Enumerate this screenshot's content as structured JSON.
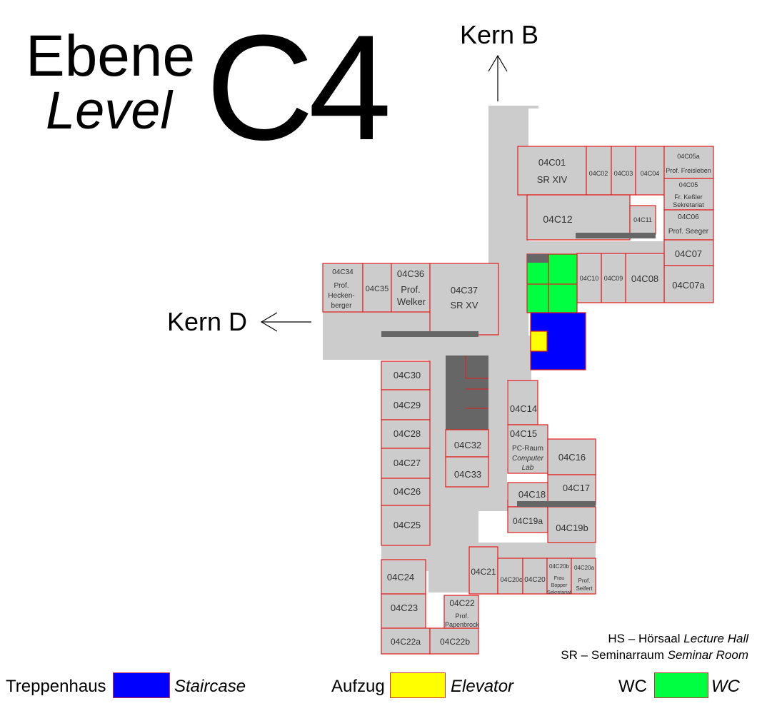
{
  "title": {
    "ebene": "Ebene",
    "level": "Level",
    "code": "C4"
  },
  "directions": {
    "north": "Kern B",
    "west": "Kern D"
  },
  "rooms": {
    "c01": "04C01",
    "c01_sub": "SR XIV",
    "c02": "04C02",
    "c03": "04C03",
    "c04": "04C04",
    "c05a": "04C05a",
    "c05a_sub": "Prof. Freisleben",
    "c05": "04C05",
    "c05_sub1": "Fr. Keßler",
    "c05_sub2": "Sekretariat",
    "c06": "04C06",
    "c06_sub": "Prof. Seeger",
    "c07": "04C07",
    "c07a": "04C07a",
    "c08": "04C08",
    "c09": "04C09",
    "c10": "04C10",
    "c11": "04C11",
    "c12": "04C12",
    "c34": "04C34",
    "c34_sub1": "Prof.",
    "c34_sub2": "Hecken-",
    "c34_sub3": "berger",
    "c35": "04C35",
    "c36": "04C36",
    "c36_sub1": "Prof.",
    "c36_sub2": "Welker",
    "c37": "04C37",
    "c37_sub": "SR XV",
    "c30": "04C30",
    "c29": "04C29",
    "c28": "04C28",
    "c27": "04C27",
    "c26": "04C26",
    "c25": "04C25",
    "c24": "04C24",
    "c23": "04C23",
    "c22a": "04C22a",
    "c22b": "04C22b",
    "c22": "04C22",
    "c22_sub1": "Prof.",
    "c22_sub2": "Papenbrock",
    "c32": "04C32",
    "c33": "04C33",
    "c14": "04C14",
    "c15": "04C15",
    "c15_sub1": "PC-Raum",
    "c15_sub2": "Computer",
    "c15_sub3": "Lab",
    "c16": "04C16",
    "c17": "04C17",
    "c18": "04C18",
    "c19a": "04C19a",
    "c19b": "04C19b",
    "c21": "04C21",
    "c20c": "04C20c",
    "c20": "04C20",
    "c20b": "04C20b",
    "c20b_sub1": "Frau",
    "c20b_sub2": "Bopper",
    "c20b_sub3": "Sekretariat",
    "c20a": "04C20a",
    "c20a_sub1": "Prof.",
    "c20a_sub2": "Seifert"
  },
  "abbreviations": {
    "hs": {
      "code": "HS",
      "sep": "–",
      "de": "Hörsaal",
      "en": "Lecture Hall"
    },
    "sr": {
      "code": "SR",
      "sep": "–",
      "de": "Seminarraum",
      "en": "Seminar Room"
    }
  },
  "legend": {
    "staircase": {
      "de": "Treppenhaus",
      "en": "Staircase",
      "color": "#0000ff"
    },
    "elevator": {
      "de": "Aufzug",
      "en": "Elevator",
      "color": "#ffff00"
    },
    "wc": {
      "de": "WC",
      "en": "WC",
      "color": "#00ff40"
    }
  },
  "colors": {
    "floor": "#cccccc",
    "room_border": "#e31c1c",
    "wall": "#666666"
  }
}
